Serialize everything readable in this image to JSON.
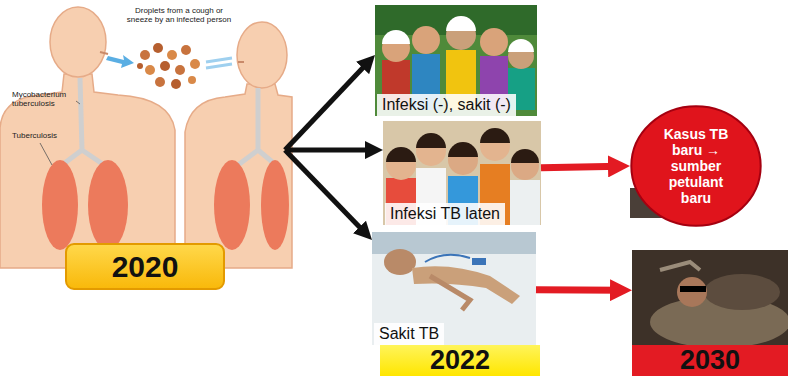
{
  "diagram": {
    "nodes": [
      {
        "text": [
          "Droplets from a cough or sneeze by an infected person",
          "Mycobacterium tuberculosis",
          "Tuberculosis"
        ]
      },
      {
        "text": [
          "2020"
        ]
      },
      {
        "text": [
          "Infeksi (-), sakit (-)"
        ]
      },
      {
        "text": [
          "Infeksi TB laten"
        ]
      },
      {
        "text": [
          "Kasus TB baru → sumber petulant baru"
        ]
      },
      {
        "text": [
          "Sakit TB"
        ]
      },
      {
        "text": [
          "2022"
        ]
      },
      {
        "text": [
          "2030"
        ]
      }
    ],
    "edges": [
      {
        "from": 0,
        "to": 2,
        "arrow": "to"
      },
      {
        "from": 0,
        "to": 3,
        "arrow": "to"
      },
      {
        "from": 0,
        "to": 5,
        "arrow": "to"
      },
      {
        "from": 3,
        "to": 4,
        "arrow": "to"
      },
      {
        "from": 5,
        "to": 7,
        "arrow": "to"
      }
    ]
  }
}
